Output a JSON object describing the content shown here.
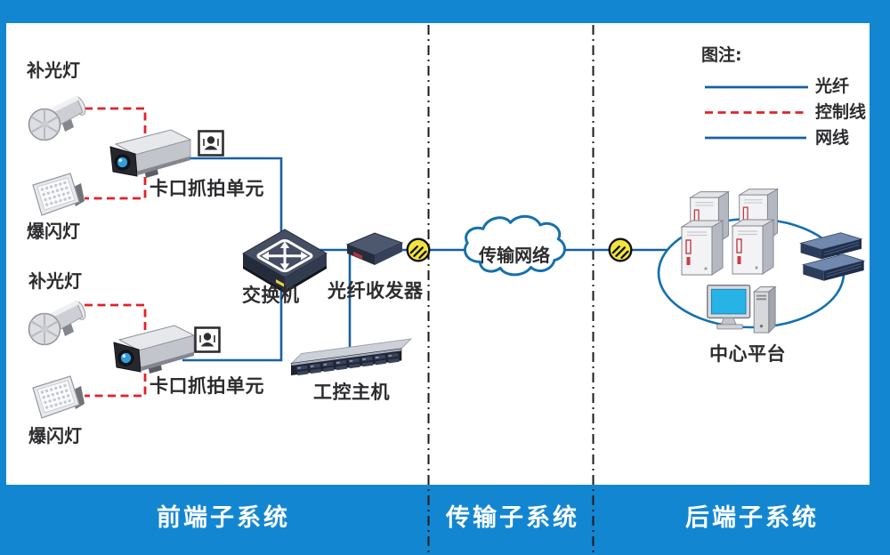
{
  "colors": {
    "frame_blue": "#1386d1",
    "line_blue": "#1660a5",
    "cloud_blue": "#1470ad",
    "control_red": "#df2328",
    "fiber_yellow": "#f2e43e",
    "label_dark": "#2d2d30",
    "footer_text": "#ffffff"
  },
  "front_subsystem": {
    "group1": {
      "fill_light": "补光灯",
      "strobe_light": "爆闪灯",
      "capture_unit": "卡口抓拍单元"
    },
    "group2": {
      "fill_light": "补光灯",
      "strobe_light": "爆闪灯",
      "capture_unit": "卡口抓拍单元"
    },
    "switch_label": "交换机",
    "transceiver_label": "光纤收发器",
    "host_label": "工控主机"
  },
  "transmission_subsystem": {
    "cloud_label": "传输网络"
  },
  "backend_subsystem": {
    "platform_label": "中心平台"
  },
  "legend": {
    "title": "图注:",
    "fiber_label": "光纤",
    "control_label": "控制线",
    "cable_label": "网线"
  },
  "footer": {
    "front_label": "前端子系统",
    "transmission_label": "传输子系统",
    "backend_label": "后端子系统"
  }
}
